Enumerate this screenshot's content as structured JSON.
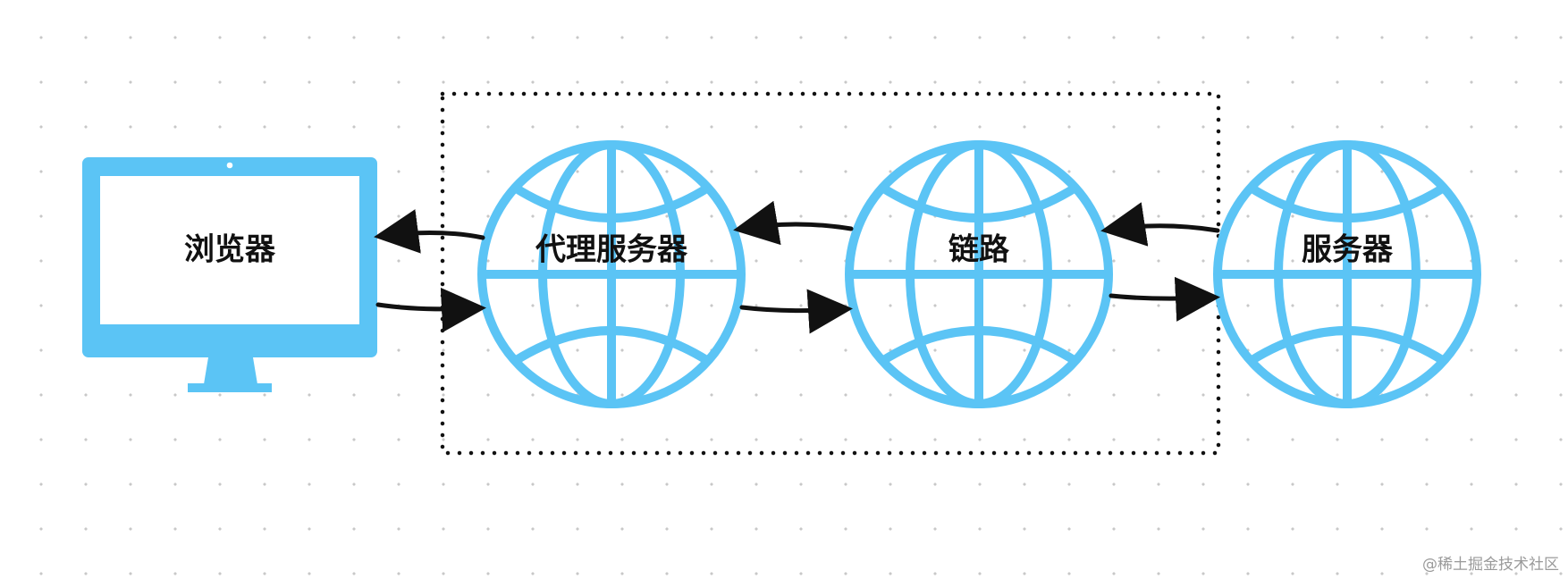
{
  "nodes": {
    "browser": {
      "label": "浏览器",
      "icon": "monitor-icon"
    },
    "proxy": {
      "label": "代理服务器",
      "icon": "globe-icon"
    },
    "link": {
      "label": "链路",
      "icon": "globe-icon"
    },
    "server": {
      "label": "服务器",
      "icon": "globe-icon"
    }
  },
  "edges": [
    {
      "from": "proxy",
      "to": "browser"
    },
    {
      "from": "browser",
      "to": "proxy"
    },
    {
      "from": "link",
      "to": "proxy"
    },
    {
      "from": "proxy",
      "to": "link"
    },
    {
      "from": "server",
      "to": "link"
    },
    {
      "from": "link",
      "to": "server"
    }
  ],
  "groups": [
    {
      "members": [
        "proxy",
        "link"
      ],
      "style": "dotted"
    }
  ],
  "colors": {
    "icon": "#5bc4f5",
    "arrow": "#111111",
    "label": "#111111",
    "group_border": "#111111"
  },
  "watermark": "@稀土掘金技术社区"
}
